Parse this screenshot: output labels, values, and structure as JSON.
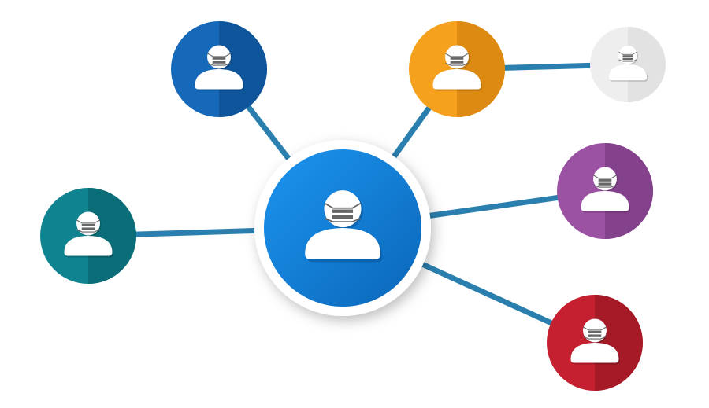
{
  "diagram": {
    "type": "network",
    "connector_color": "#2a7fae",
    "center": {
      "id": "center",
      "color": "#1a8fe8",
      "shade": "#0a6abf",
      "icon": "masked-user-icon"
    },
    "nodes": [
      {
        "id": "blue",
        "color": "#1668b8",
        "shade": "#0f559b",
        "icon": "masked-user-icon"
      },
      {
        "id": "orange",
        "color": "#f5a11e",
        "shade": "#dc8a12",
        "icon": "masked-user-icon"
      },
      {
        "id": "gray",
        "color": "#eeeeee",
        "shade": "#e2e2e2",
        "icon": "masked-user-icon"
      },
      {
        "id": "purple",
        "color": "#9b52a3",
        "shade": "#84418c",
        "icon": "masked-user-icon"
      },
      {
        "id": "teal",
        "color": "#0f8390",
        "shade": "#0a6d78",
        "icon": "masked-user-icon"
      },
      {
        "id": "red",
        "color": "#c4202f",
        "shade": "#a51a26",
        "icon": "masked-user-icon"
      }
    ],
    "edges": [
      [
        "center",
        "blue"
      ],
      [
        "center",
        "orange"
      ],
      [
        "orange",
        "gray"
      ],
      [
        "center",
        "purple"
      ],
      [
        "center",
        "teal"
      ],
      [
        "center",
        "red"
      ]
    ]
  }
}
